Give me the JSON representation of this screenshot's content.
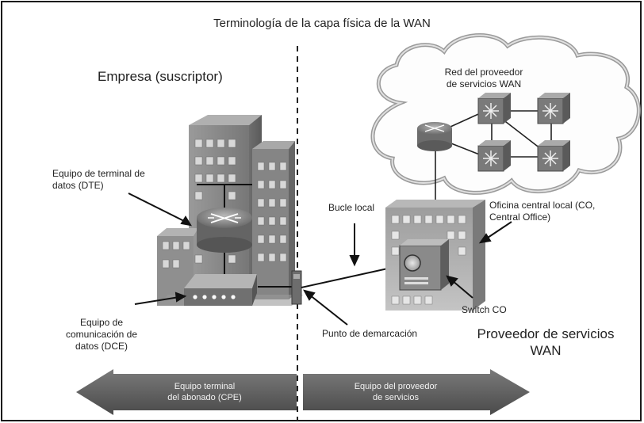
{
  "diagram": {
    "title": "Terminología de la capa física de la WAN",
    "left_heading": "Empresa (suscriptor)",
    "cloud_label": [
      "Red del proveedor",
      "de servicios WAN"
    ],
    "dte_label": [
      "Equipo de terminal de",
      "datos (DTE)"
    ],
    "local_loop_label": "Bucle local",
    "co_label": [
      "Oficina central local (CO,",
      "Central Office)"
    ],
    "dce_label": [
      "Equipo de",
      "comunicación de",
      "datos (DCE)"
    ],
    "demarc_label": "Punto de demarcación",
    "switch_label": "Switch CO",
    "provider_heading": [
      "Proveedor de servicios",
      "WAN"
    ],
    "left_arrow_label": [
      "Equipo terminal",
      "del abonado (CPE)"
    ],
    "right_arrow_label": [
      "Equipo del proveedor",
      "de servicios"
    ]
  },
  "colors": {
    "border": "#1a1a1a",
    "arrow": "#555555",
    "building": "#8c8c8c",
    "line": "#222222"
  }
}
